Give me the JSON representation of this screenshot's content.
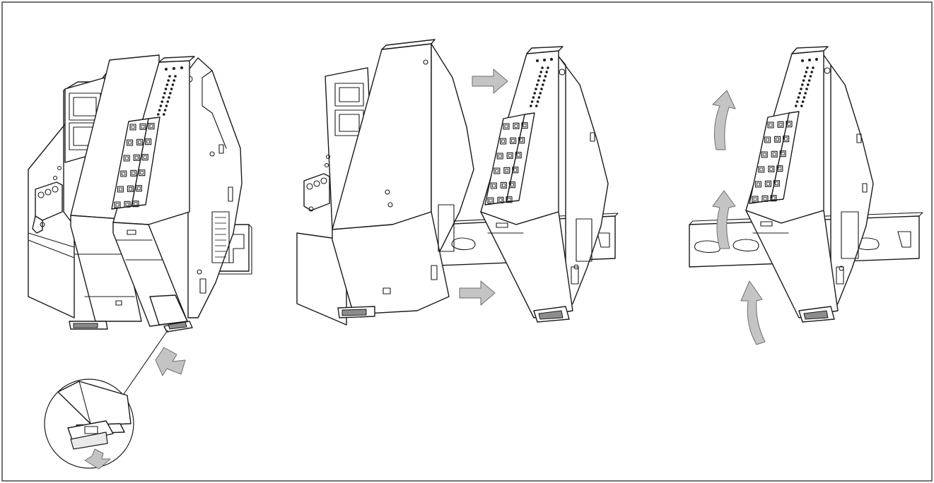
{
  "figure": {
    "panels": [
      "removal-from-stack",
      "slide-apart",
      "lift-off-rail"
    ],
    "colors": {
      "line": "#1a1a1a",
      "arrow_fill": "#c4c4c4",
      "arrow_stroke": "#6e6e6e",
      "background": "#ffffff"
    },
    "icons": [
      "arrow-right-icon",
      "arrow-down-icon",
      "curved-arrow-up-icon",
      "zoom-callout-circle"
    ]
  }
}
